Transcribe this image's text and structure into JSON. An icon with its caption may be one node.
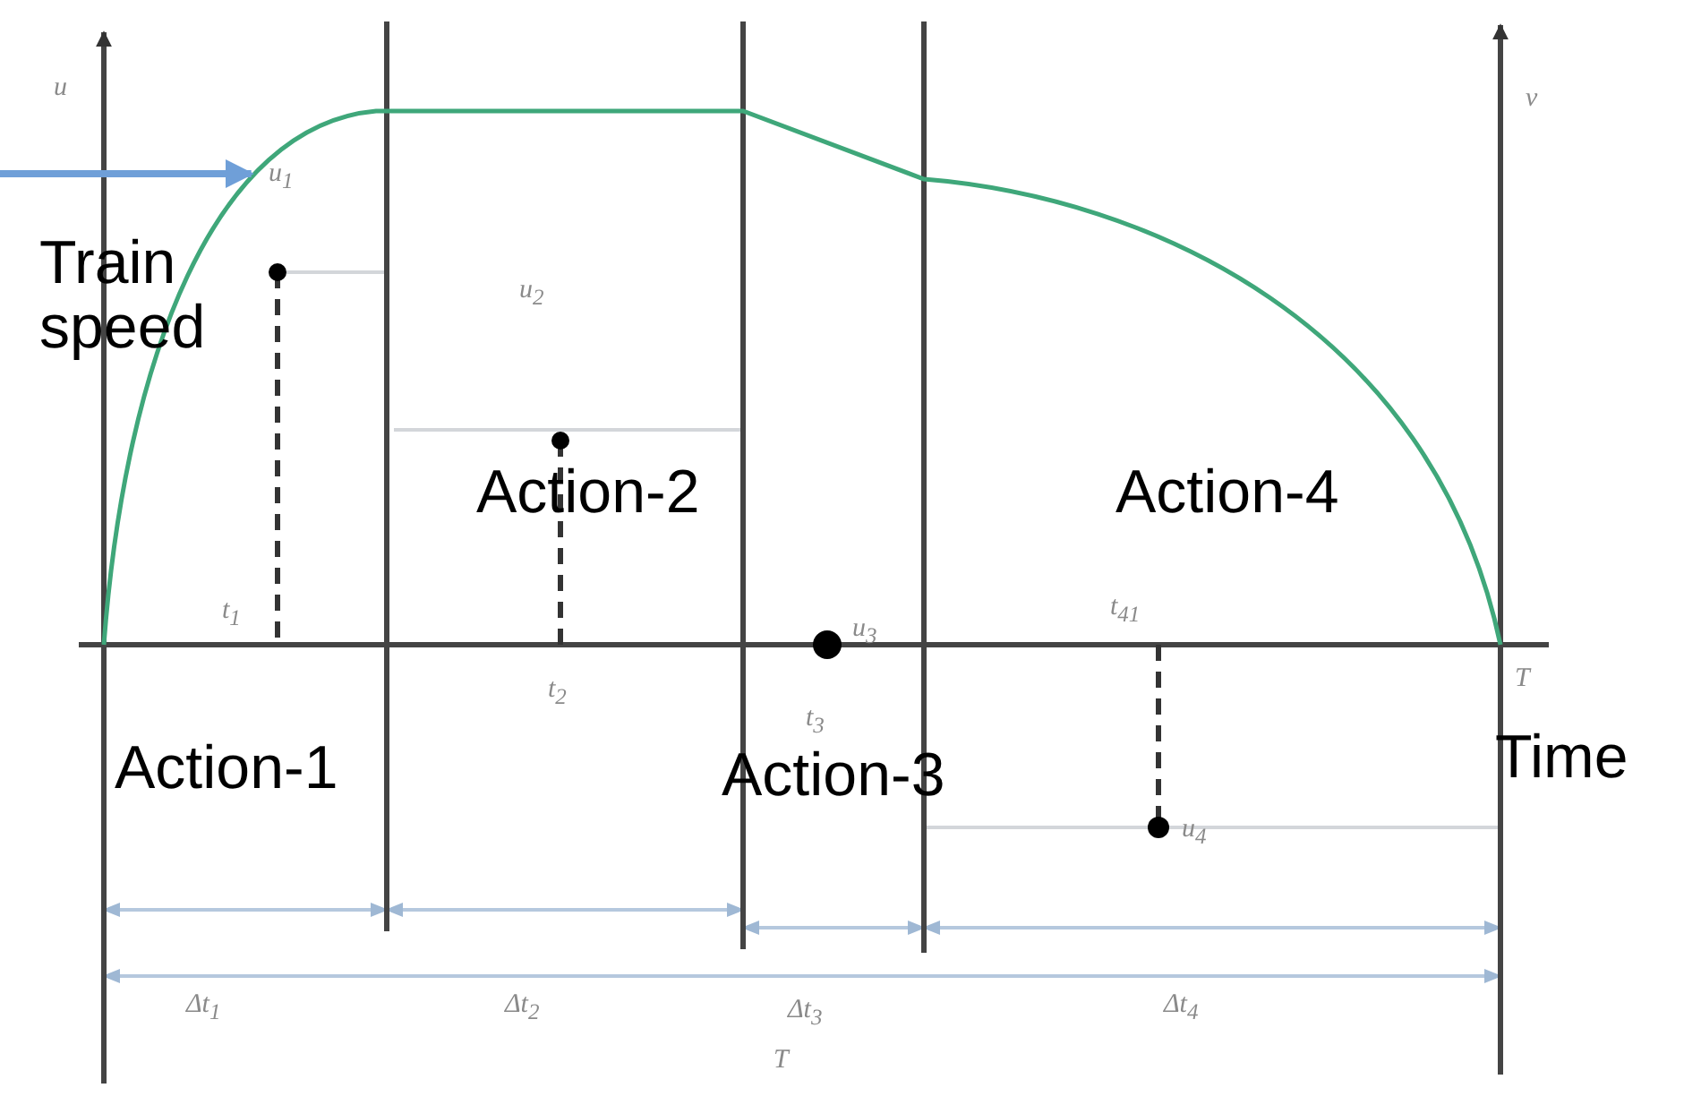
{
  "diagram": {
    "nodes": [
      {
        "text": [
          "Train speed"
        ]
      },
      {
        "text": [],
        "shape": "curve"
      }
    ],
    "edges": [
      {
        "from": null,
        "to": 1,
        "arrow": "to"
      }
    ],
    "labels": [
      "u",
      "v",
      "u$_{1}$",
      "u$_{2}$",
      "Action-2",
      "Action-4",
      "t$_{1}$",
      "u$_{3}$",
      "t$_{41}$",
      "t$_{2}$",
      "T",
      "t$_{3}$",
      "Action-1",
      "Action-3",
      "Time",
      "u$_{4}$",
      "Δt$_{1}$",
      "Δt$_{2}$",
      "Δt$_{3}$",
      "Δt$_{4}$",
      "T"
    ]
  }
}
